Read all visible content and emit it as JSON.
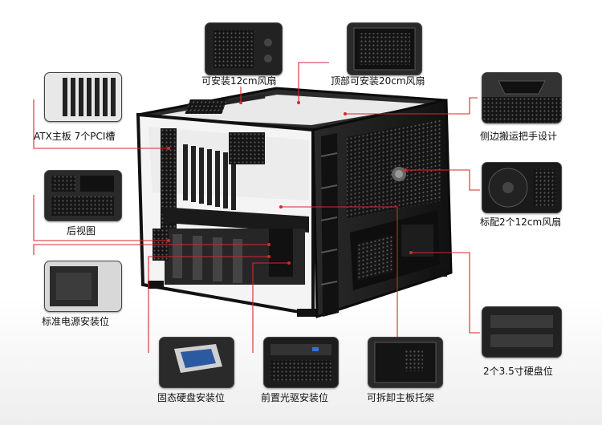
{
  "callouts": {
    "top_fan_12": "可安装12cm风扇",
    "top_fan_20": "顶部可安装20cm风扇",
    "atx_slots": "ATX主板 7个PCI槽",
    "handle": "侧边搬运把手设计",
    "rear_view": "后视图",
    "front_fans": "标配2个12cm风扇",
    "psu_bay": "标准电源安装位",
    "hdd_bays": "2个3.5寸硬盘位",
    "ssd_bay": "固态硬盘安装位",
    "odd_bay": "前置光驱安装位",
    "mb_tray": "可拆卸主板托架"
  },
  "colors": {
    "leader": "#d9262c",
    "case_dark": "#1e1e1e",
    "mesh": "#3a3a3a"
  }
}
